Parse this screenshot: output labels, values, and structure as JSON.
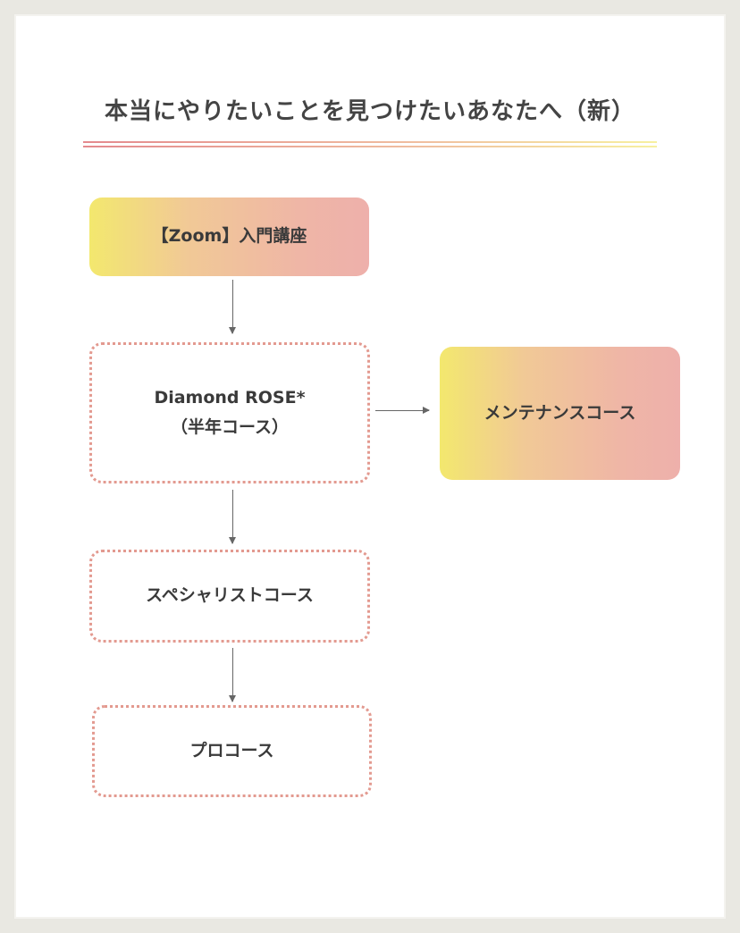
{
  "title": "本当にやりたいことを見つけたいあなたへ（新）",
  "nodes": {
    "intro": "【Zoom】入門講座",
    "diamond_line1": "Diamond ROSE*",
    "diamond_line2": "（半年コース）",
    "maintenance": "メンテナンスコース",
    "specialist": "スペシャリストコース",
    "pro": "プロコース"
  },
  "colors": {
    "gradient_start": "#f3e86e",
    "gradient_end": "#eeb0ab",
    "dotted_border": "#e39a90"
  }
}
